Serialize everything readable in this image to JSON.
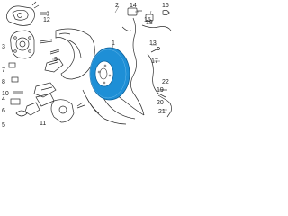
{
  "colors": {
    "rotor_fill": "#1e8fd6",
    "rotor_stroke": "#0b5f99",
    "line": "#2b2b2b",
    "background": "#ffffff"
  },
  "callouts": {
    "c1": "1",
    "c2": "2",
    "c3": "3",
    "c4": "4",
    "c5": "5",
    "c6": "6",
    "c7": "7",
    "c8": "8",
    "c9": "9",
    "c10": "10",
    "c11": "11",
    "c12": "12",
    "c13": "13",
    "c14": "14",
    "c15": "15",
    "c16": "16",
    "c17": "17",
    "c18": "18",
    "c19": "19",
    "c20": "20",
    "c21": "21",
    "c22": "22"
  }
}
